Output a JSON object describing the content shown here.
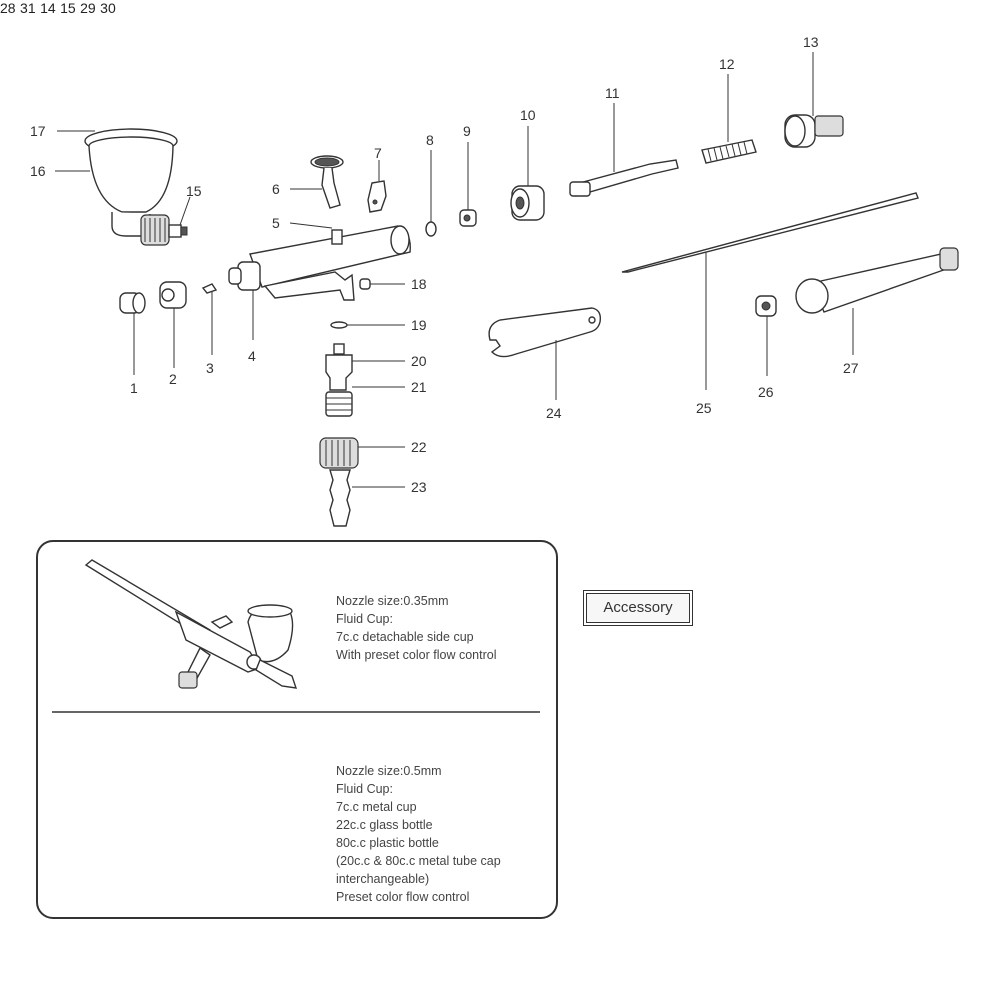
{
  "parts": {
    "p1": "1",
    "p2": "2",
    "p3": "3",
    "p4": "4",
    "p5": "5",
    "p6": "6",
    "p7": "7",
    "p8": "8",
    "p9": "9",
    "p10": "10",
    "p11": "11",
    "p12": "12",
    "p13": "13",
    "p14": "14",
    "p15": "15",
    "p16": "16",
    "p17": "17",
    "p18": "18",
    "p19": "19",
    "p20": "20",
    "p21": "21",
    "p22": "22",
    "p23": "23",
    "p24": "24",
    "p25": "25",
    "p26": "26",
    "p27": "27",
    "p28": "28",
    "p29": "29",
    "p30": "30",
    "p31": "31"
  },
  "model_a": {
    "lines": [
      "Nozzle size:0.35mm",
      "Fluid Cup:",
      "7c.c detachable side cup",
      "With preset color flow control"
    ]
  },
  "model_b": {
    "lines": [
      "Nozzle size:0.5mm",
      "Fluid Cup:",
      "7c.c metal cup",
      "22c.c glass bottle",
      "80c.c plastic bottle",
      "(20c.c & 80c.c metal tube cap",
      "interchangeable)",
      "Preset color flow control"
    ]
  },
  "accessory": {
    "title": "Accessory",
    "labels": {
      "a15": "15",
      "a14": "14",
      "a28": "28",
      "a31": "31",
      "a29": "29",
      "a30": "30"
    }
  }
}
